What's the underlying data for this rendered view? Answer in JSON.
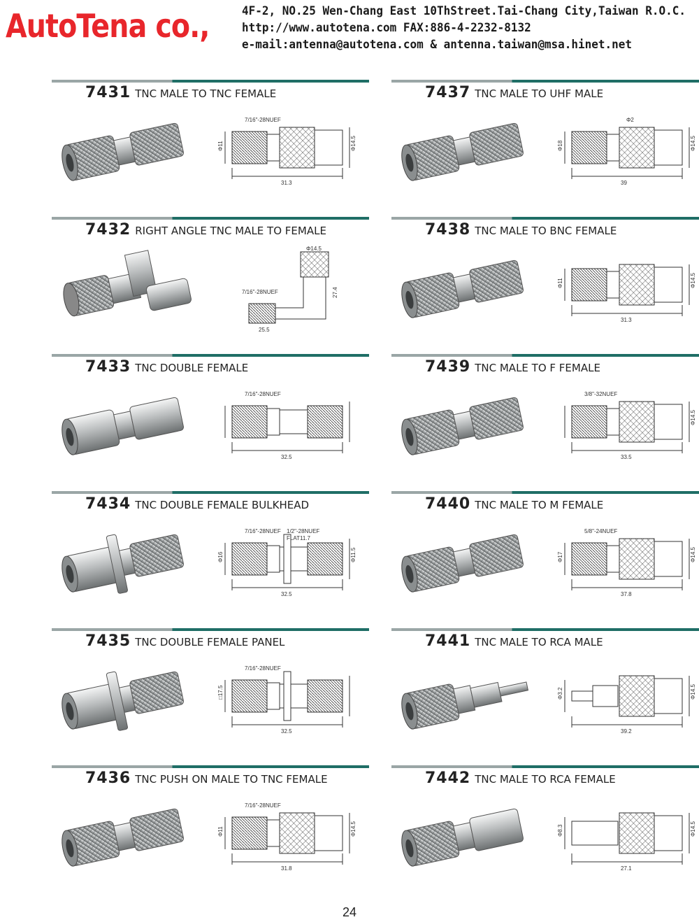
{
  "header": {
    "brand": "AutoTena co.,",
    "address": "4F-2, NO.25 Wen-Chang East 10ThStreet.Tai-Chang City,Taiwan R.O.C.",
    "web_fax": "http://www.autotena.com     FAX:886-4-2232-8132",
    "email": "e-mail:antenna@autotena.com  &  antenna.taiwan@msa.hinet.net"
  },
  "colors": {
    "brand": "#e8262b",
    "rule_light": "#9aa6a6",
    "rule_dark": "#1f6e66",
    "metal": "#b9bcbd"
  },
  "products": [
    {
      "code": "7431",
      "name": "TNC MALE TO TNC FEMALE",
      "thread": "7/16\"-28NUEF",
      "length": "31.3",
      "dia_left": "Φ11",
      "dia_right": "Φ14.5",
      "extra": "",
      "shape": "straight"
    },
    {
      "code": "7437",
      "name": "TNC MALE TO UHF MALE",
      "thread": "",
      "length": "39",
      "dia_left": "Φ18",
      "dia_right": "Φ14.5",
      "extra": "Φ2",
      "shape": "straight"
    },
    {
      "code": "7432",
      "name": "RIGHT ANGLE TNC MALE TO FEMALE",
      "thread": "7/16\"-28NUEF",
      "length": "25.5",
      "dia_left": "Φ14.5",
      "dia_right": "27.4",
      "extra": "",
      "shape": "angle"
    },
    {
      "code": "7438",
      "name": "TNC MALE TO BNC FEMALE",
      "thread": "",
      "length": "31.3",
      "dia_left": "Φ11",
      "dia_right": "Φ14.5",
      "extra": "",
      "shape": "straight"
    },
    {
      "code": "7433",
      "name": "TNC DOUBLE FEMALE",
      "thread": "7/16\"-28NUEF",
      "length": "32.5",
      "dia_left": "",
      "dia_right": "",
      "extra": "",
      "shape": "double"
    },
    {
      "code": "7439",
      "name": "TNC MALE TO F FEMALE",
      "thread": "3/8\"-32NUEF",
      "length": "33.5",
      "dia_left": "",
      "dia_right": "Φ14.5",
      "extra": "",
      "shape": "straight"
    },
    {
      "code": "7434",
      "name": "TNC DOUBLE FEMALE BULKHEAD",
      "thread": "7/16\"-28NUEF",
      "length": "32.5",
      "dia_left": "Φ16",
      "dia_right": "Φ11.5",
      "extra": "1/2\"-28NUEF",
      "extra2": "FLAT11.7",
      "shape": "bulkhead"
    },
    {
      "code": "7440",
      "name": "TNC MALE TO M FEMALE",
      "thread": "5/8\"-24NUEF",
      "length": "37.8",
      "dia_left": "Φ17",
      "dia_right": "Φ14.5",
      "extra": "",
      "shape": "straight"
    },
    {
      "code": "7435",
      "name": "TNC DOUBLE FEMALE PANEL",
      "thread": "7/16\"-28NUEF",
      "length": "32.5",
      "dia_left": "□17.5",
      "dia_right": "",
      "extra": "",
      "shape": "panel"
    },
    {
      "code": "7441",
      "name": "TNC MALE TO RCA MALE",
      "thread": "",
      "length": "39.2",
      "dia_left": "Φ3.2",
      "dia_right": "Φ14.5",
      "extra": "",
      "shape": "rca"
    },
    {
      "code": "7436",
      "name": "TNC PUSH ON MALE TO TNC FEMALE",
      "thread": "7/16\"-28NUEF",
      "length": "31.8",
      "dia_left": "Φ11",
      "dia_right": "Φ14.5",
      "extra": "",
      "shape": "straight"
    },
    {
      "code": "7442",
      "name": "TNC MALE TO RCA FEMALE",
      "thread": "",
      "length": "27.1",
      "dia_left": "Φ8.3",
      "dia_right": "Φ14.5",
      "extra": "",
      "shape": "rcaf"
    }
  ],
  "page_number": "24"
}
